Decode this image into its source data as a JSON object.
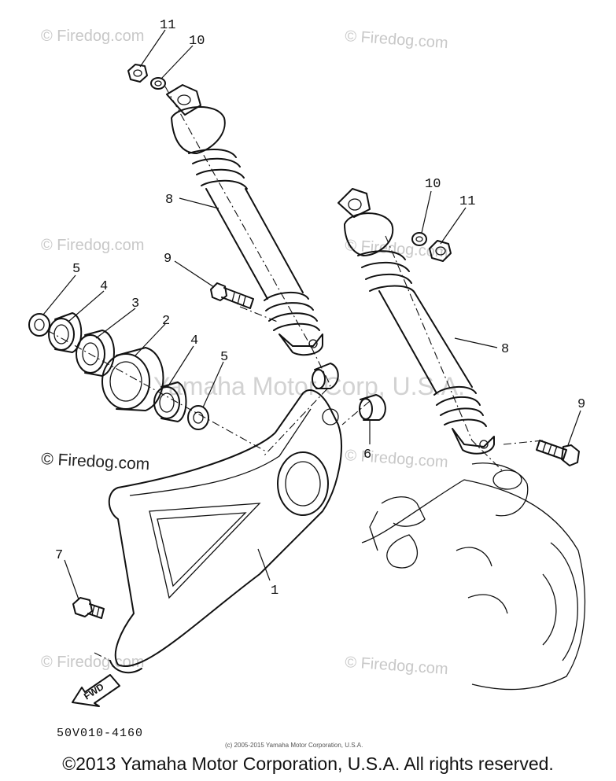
{
  "watermark": "© Firedog.com",
  "watermark_dark": "© Firedog.com",
  "center_watermark": "Yamaha Motor Corp, U.S.A.",
  "fwd_label": "FWD",
  "part_number": "50V010-4160",
  "small_credit": "(c) 2005-2015 Yamaha Motor Corporation, U.S.A.",
  "copyright": "©2013 Yamaha Motor Corporation, U.S.A. All rights reserved.",
  "callouts": [
    {
      "id": "c11a",
      "text": "11"
    },
    {
      "id": "c10a",
      "text": "10"
    },
    {
      "id": "c10b",
      "text": "10"
    },
    {
      "id": "c11b",
      "text": "11"
    },
    {
      "id": "c8a",
      "text": "8"
    },
    {
      "id": "c8b",
      "text": "8"
    },
    {
      "id": "c9a",
      "text": "9"
    },
    {
      "id": "c9b",
      "text": "9"
    },
    {
      "id": "c5a",
      "text": "5"
    },
    {
      "id": "c4a",
      "text": "4"
    },
    {
      "id": "c3",
      "text": "3"
    },
    {
      "id": "c2",
      "text": "2"
    },
    {
      "id": "c4b",
      "text": "4"
    },
    {
      "id": "c5b",
      "text": "5"
    },
    {
      "id": "c6",
      "text": "6"
    },
    {
      "id": "c7",
      "text": "7"
    },
    {
      "id": "c1",
      "text": "1"
    }
  ]
}
